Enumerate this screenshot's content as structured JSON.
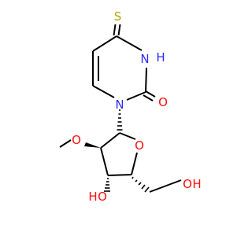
{
  "molecule": {
    "colors": {
      "bond": "#000000",
      "sulfur": "#b8a000",
      "nitrogen": "#2c2cff",
      "oxygen": "#ff0d0d"
    },
    "labels": {
      "sulfur": "S",
      "n_h": "N",
      "h_on_n": "H",
      "n_ring": "N",
      "o_carbonyl": "O",
      "o_methoxy": "O",
      "o_ring": "O",
      "h_3oh": "H",
      "o_3oh": "O",
      "o_5oh": "O",
      "h_5oh": "H"
    }
  }
}
